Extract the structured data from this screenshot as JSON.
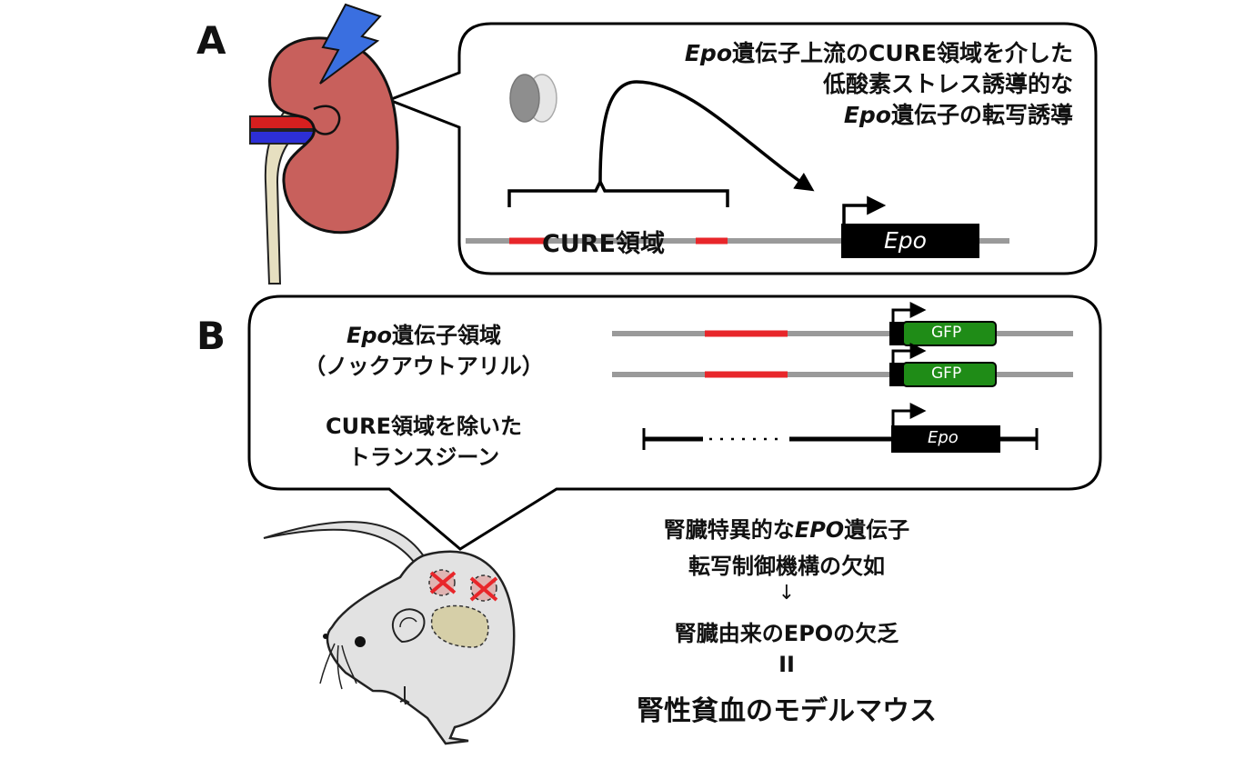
{
  "panel_a": {
    "letter": "A",
    "title_line1_italic": "Epo",
    "title_line1_rest": "遺伝子上流のCURE領域を介した",
    "title_line2": "低酸素ストレス誘導的な",
    "title_line3_italic": "Epo",
    "title_line3_rest": "遺伝子の転写誘導",
    "cure_region_label": "CURE領域",
    "epo_gene_label": "Epo"
  },
  "panel_b": {
    "letter": "B",
    "knockout_line1_italic": "Epo",
    "knockout_line1_rest": "遺伝子領域",
    "knockout_line2": "（ノックアウトアリル）",
    "gfp_label_1": "GFP",
    "gfp_label_2": "GFP",
    "transgene_line1": "CURE領域を除いた",
    "transgene_line2": "トランスジーン",
    "transgene_epo_label": "Epo"
  },
  "conclusion": {
    "line1_pre": "腎臓特異的な",
    "line1_italic": "EPO",
    "line1_post": "遺伝子",
    "line2": "転写制御機構の欠如",
    "arrow": "↓",
    "line3": "腎臓由来のEPOの欠乏",
    "equals": "II",
    "line4": "腎性貧血のモデルマウス"
  },
  "colors": {
    "kidney": "#c8605c",
    "cure_red": "#e8262a",
    "gfp_green": "#1f8c17",
    "dna_gray": "#9a9a9a",
    "lightning": "#3a6fe0",
    "mouse_body": "#e2e2e2",
    "adrenal_patch": "#d6cfa8",
    "kidney_spot": "#e0b4b2",
    "artery": "#d61f1f",
    "vein": "#2d2fd6",
    "ureter": "#e6dfc0"
  }
}
